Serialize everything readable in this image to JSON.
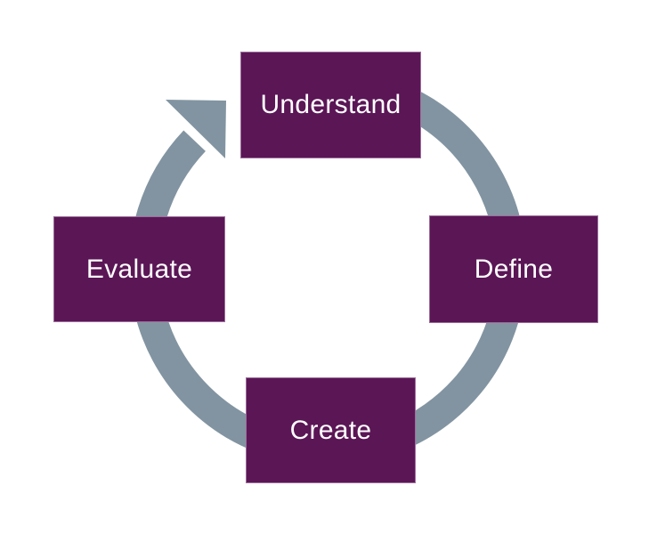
{
  "diagram": {
    "type": "cycle",
    "direction": "clockwise",
    "nodes": [
      {
        "label": "Understand",
        "position": "top"
      },
      {
        "label": "Define",
        "position": "right"
      },
      {
        "label": "Create",
        "position": "bottom"
      },
      {
        "label": "Evaluate",
        "position": "left"
      }
    ],
    "colors": {
      "node_fill": "#5B1656",
      "node_text": "#FFFFFF",
      "arrow": "#8294A1",
      "background": "#FFFFFF"
    }
  }
}
